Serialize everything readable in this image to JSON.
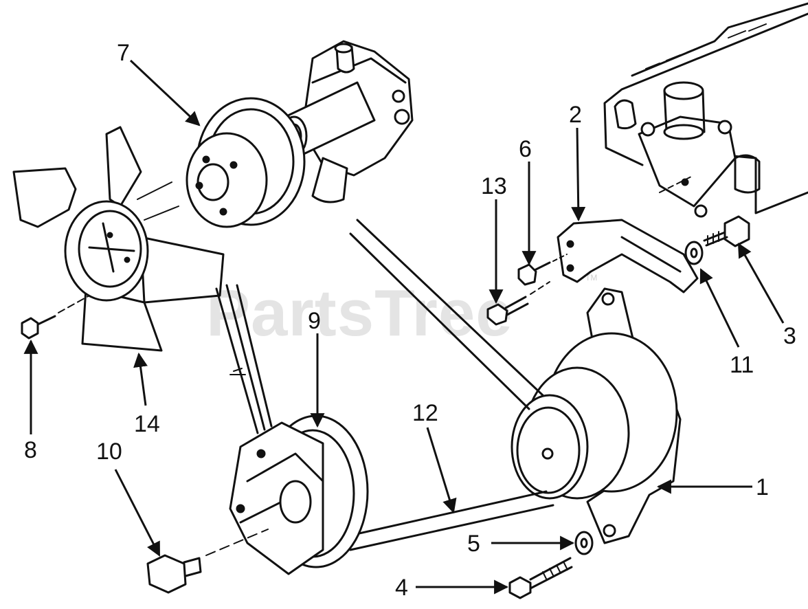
{
  "watermark": {
    "text": "PartsTree",
    "trademark": "TM"
  },
  "callouts": [
    {
      "id": "c1",
      "label": "1",
      "part": "alternator"
    },
    {
      "id": "c2",
      "label": "2",
      "part": "adjusting-bracket"
    },
    {
      "id": "c3",
      "label": "3",
      "part": "bracket-bolt"
    },
    {
      "id": "c4",
      "label": "4",
      "part": "alternator-mount-bolt"
    },
    {
      "id": "c5",
      "label": "5",
      "part": "mount-washer"
    },
    {
      "id": "c6",
      "label": "6",
      "part": "bracket-small-bolt"
    },
    {
      "id": "c7",
      "label": "7",
      "part": "water-pump-pulley"
    },
    {
      "id": "c8",
      "label": "8",
      "part": "fan-bolt"
    },
    {
      "id": "c9",
      "label": "9",
      "part": "crankshaft-pulley"
    },
    {
      "id": "c10",
      "label": "10",
      "part": "crank-pulley-bolt"
    },
    {
      "id": "c11",
      "label": "11",
      "part": "bracket-washer"
    },
    {
      "id": "c12",
      "label": "12",
      "part": "v-belt"
    },
    {
      "id": "c13",
      "label": "13",
      "part": "alternator-adjust-bolt"
    },
    {
      "id": "c14",
      "label": "14",
      "part": "cooling-fan"
    }
  ]
}
